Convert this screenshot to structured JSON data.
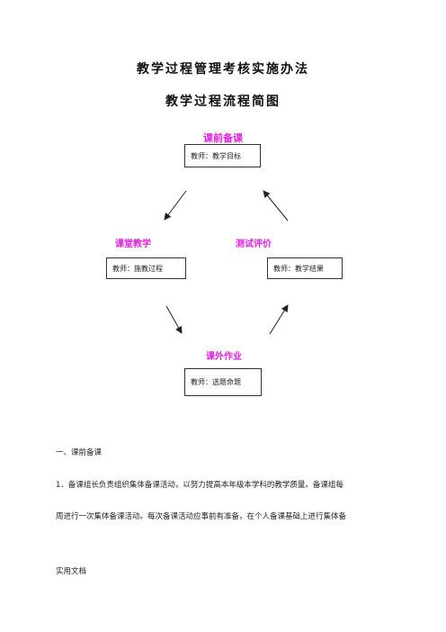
{
  "document": {
    "title_main": "教学过程管理考核实施办法",
    "title_sub": "教学过程流程简图"
  },
  "flow": {
    "pre_class": {
      "label": "课前备课",
      "box": "教师：教学目标"
    },
    "classroom": {
      "label": "课堂教学",
      "box": "教师：施教过程"
    },
    "testing": {
      "label": "测试评价",
      "box": "教师：教学结果"
    },
    "homework": {
      "label": "课外作业",
      "box": "教师：选题命题"
    }
  },
  "content": {
    "section_heading": "一、课前备课",
    "para_line1": "1．备课组长负责组织集体备课活动，以努力提高本年级本学科的教学质量。备课组每",
    "para_line2": "周进行一次集体备课活动。每次备课活动应事前有准备，在个人备课基础上进行集体备",
    "footer": "实用文档"
  }
}
